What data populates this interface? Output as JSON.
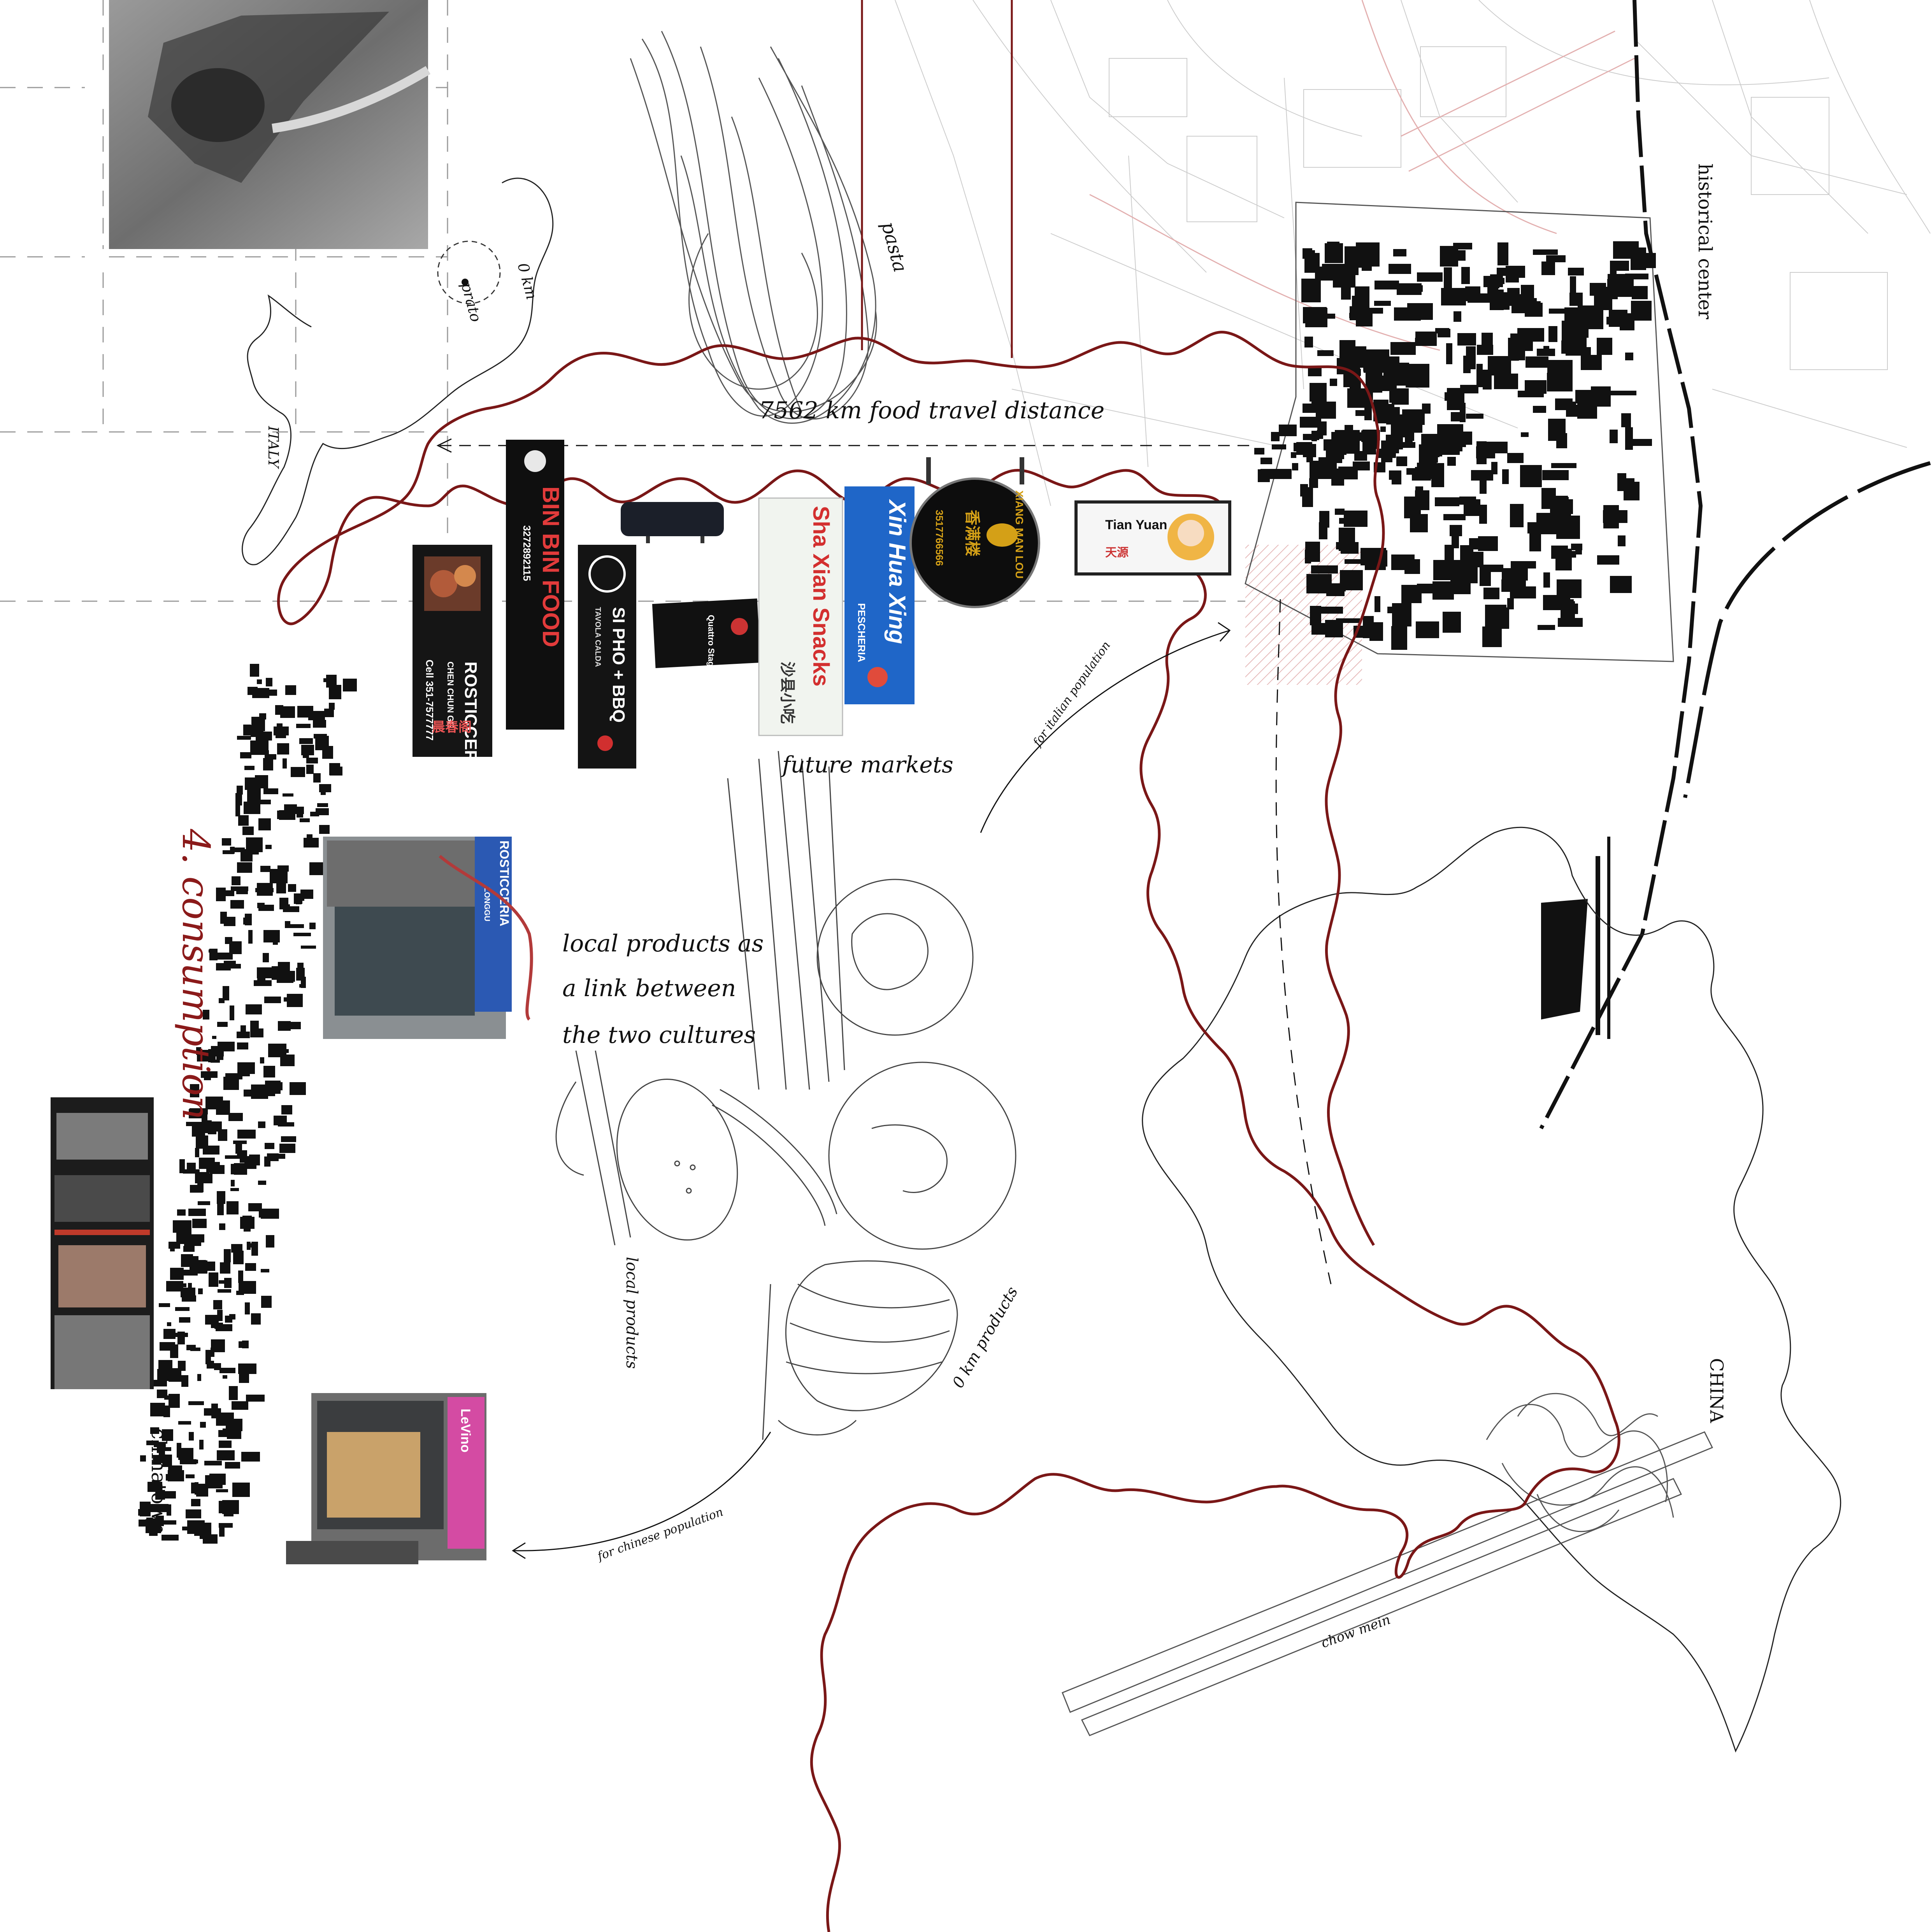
{
  "title": "4. consumption",
  "labels": {
    "distance": "7562 km food travel distance",
    "pasta": "pasta",
    "zero_km": "0 km",
    "prato": "prato",
    "italy": "ITALY",
    "historical_center": "historical center",
    "future_markets": "future markets",
    "local_link_1": "local products as",
    "local_link_2": "a link between",
    "local_link_3": "the two cultures",
    "local_products": "local products",
    "zero_km_products": "0 km products",
    "for_italian": "for italian population",
    "for_chinese": "for chinese population",
    "china": "CHINA",
    "chow_mein": "chow mein",
    "chinatown": "chinatown"
  },
  "signs": {
    "rosticceria_1": "ROSTICCERIA",
    "rosticceria_1_sub": "CHEN CHUN GE",
    "rosticceria_1_cn": "晨春阁",
    "rosticceria_1_phone": "Cell 351-7577777",
    "bin_bin": "BIN BIN FOOD",
    "bin_bin_phone": "3272892115",
    "si_pho": "SI PHO + BBQ",
    "si_pho_sub": "TAVOLA CALDA",
    "quattro": "Quattro Stagioni",
    "sha_xian": "Sha Xian Snacks",
    "sha_xian_cn": "沙县小吃",
    "xin_hua": "Xin Hua Xing",
    "xin_hua_sub": "PESCHERIA",
    "xiang_man_lou": "XIANG MAN LOU",
    "xiang_man_lou_cn": "香满楼",
    "xiang_phone": "3517766566",
    "tian_yuan": "Tian Yuan",
    "tian_yuan_cn": "天源",
    "rosticceria_2": "ROSTICCERIA",
    "rosticceria_2_sub": "LONGGU",
    "le_vino": "LeVino"
  },
  "colors": {
    "route": "#7a1717",
    "ink": "#111111",
    "faint_map": "#cfcfcf",
    "title_red": "#8b1a1a"
  }
}
